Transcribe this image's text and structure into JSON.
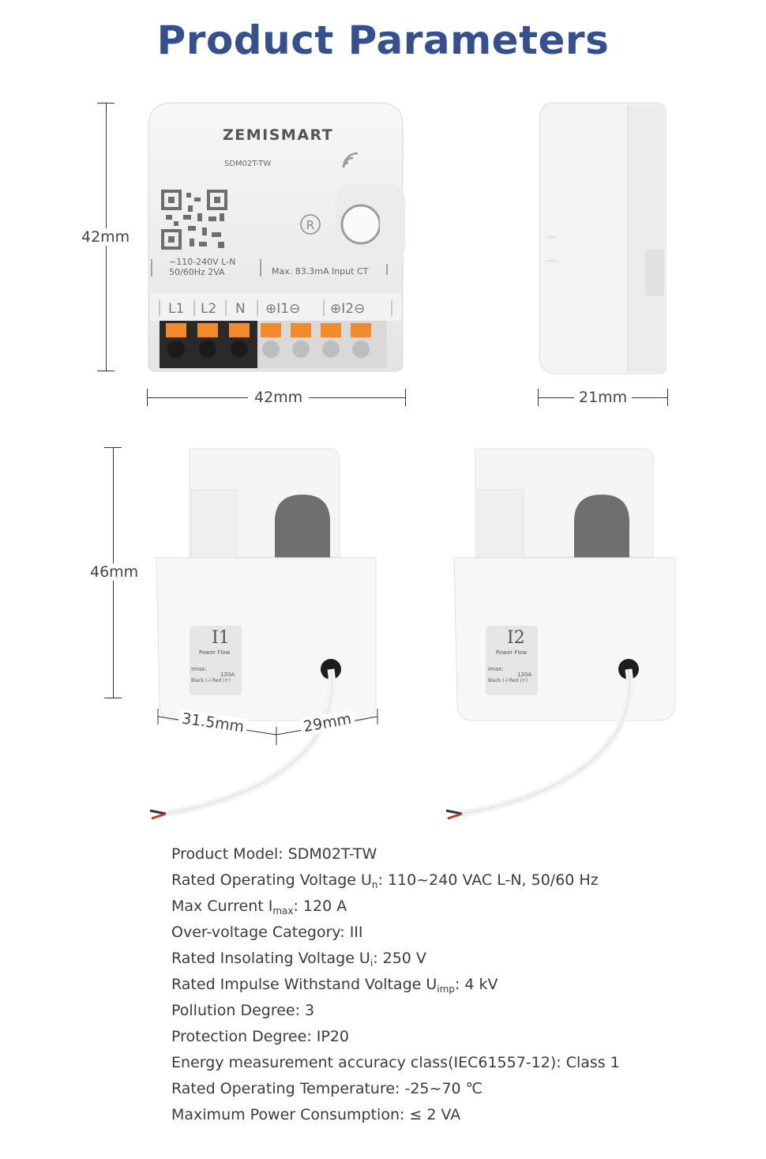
{
  "title": "Product Parameters",
  "dimensions": {
    "module_height": "42mm",
    "module_width": "42mm",
    "module_depth": "21mm",
    "ct_height": "46mm",
    "ct_width": "31.5mm",
    "ct_depth": "29mm"
  },
  "device": {
    "brand": "ZEMISMART",
    "model_print": "SDM02T-TW",
    "reset_label": "R",
    "voltage_print_1": "~110-240V L-N",
    "voltage_print_2": "50/60Hz 2VA",
    "ct_input_print": "Max. 83.3mA Input CT",
    "terminal_labels": [
      "L1",
      "L2",
      "N",
      "⊕I1⊖",
      "⊕I2⊖"
    ]
  },
  "ct_sensors": [
    {
      "label": "I1",
      "flow": "Power Flow",
      "imax_label": "Imax:",
      "imax_value": "120A",
      "wire_colors": "Black (-) Red (+)"
    },
    {
      "label": "I2",
      "flow": "Power Flow",
      "imax_label": "Imax:",
      "imax_value": "120A",
      "wire_colors": "Black (-) Red (+)"
    }
  ],
  "specs": [
    {
      "label": "Product Model: SDM02T-TW"
    },
    {
      "label": "Rated Operating Voltage U",
      "sub": "n",
      "rest": ": 110~240 VAC L-N, 50/60 Hz"
    },
    {
      "label": "Max Current I",
      "sub": "max",
      "rest": ": 120 A"
    },
    {
      "label": "Over-voltage Category: III"
    },
    {
      "label": "Rated Insolating Voltage U",
      "sub": "i",
      "rest": ": 250 V"
    },
    {
      "label": "Rated Impulse Withstand Voltage U",
      "sub": "imp",
      "rest": ": 4 kV"
    },
    {
      "label": "Pollution Degree: 3"
    },
    {
      "label": "Protection Degree: IP20"
    },
    {
      "label": "Energy measurement accuracy class(IEC61557-12): Class 1"
    },
    {
      "label": "Rated Operating Temperature: -25~70 ℃"
    },
    {
      "label": "Maximum Power Consumption: ≤ 2 VA"
    }
  ]
}
